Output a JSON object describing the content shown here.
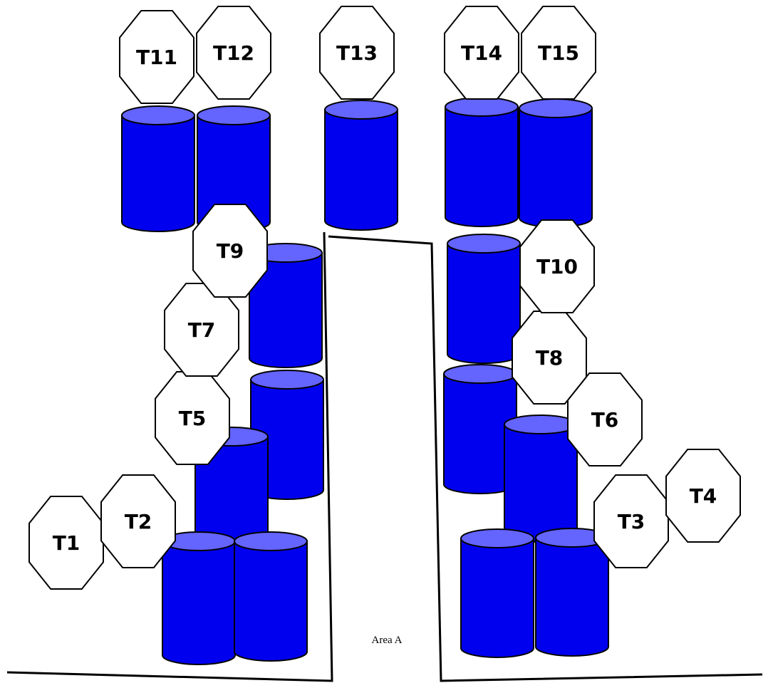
{
  "area_label": "Area A",
  "colors": {
    "tank_body": "#0000ee",
    "tank_top": "#6464ff",
    "outline": "#000000",
    "tag_fill": "#ffffff"
  },
  "tags": [
    "T1",
    "T2",
    "T3",
    "T4",
    "T5",
    "T6",
    "T7",
    "T8",
    "T9",
    "T10",
    "T11",
    "T12",
    "T13",
    "T14",
    "T15"
  ]
}
